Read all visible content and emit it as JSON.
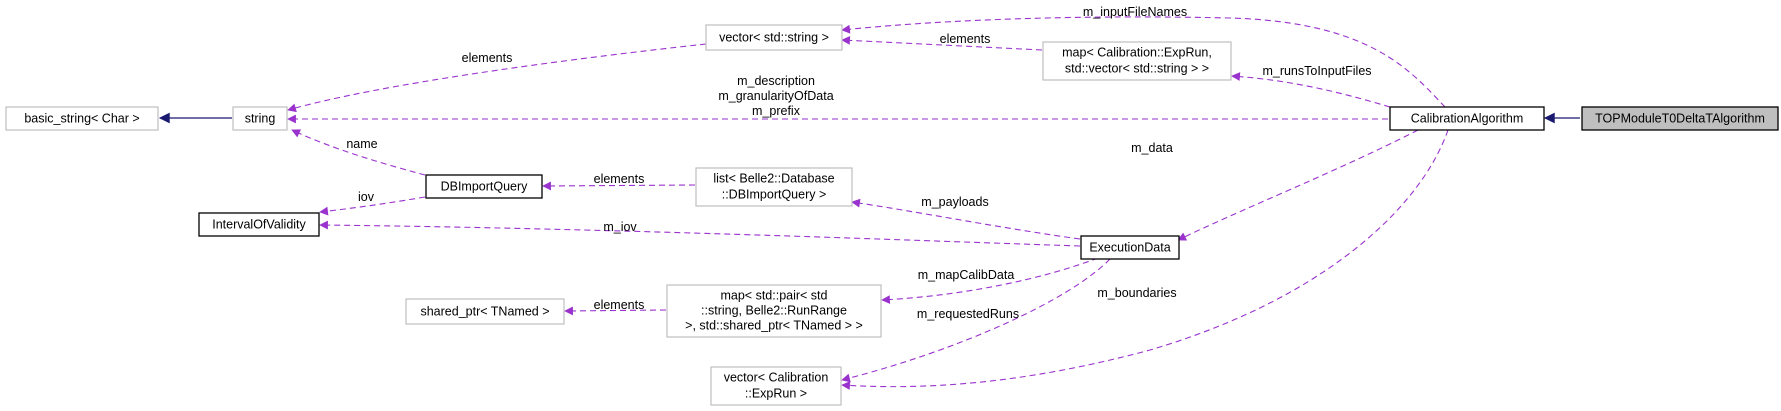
{
  "diagram": {
    "colors": {
      "member_edge": "#9a32cd",
      "inheritance_edge": "#191970",
      "external_border": "#bfbfbf",
      "documented_border": "#000000",
      "focus_fill": "#bfbfbf"
    },
    "nodes": {
      "top_module": "TOPModuleT0DeltaTAlgorithm",
      "calibration_algorithm": "CalibrationAlgorithm",
      "vector_string": "vector< std::string >",
      "map_exprun": [
        "map< Calibration::ExpRun,",
        "std::vector< std::string > >"
      ],
      "string": "string",
      "basic_string": "basic_string< Char >",
      "dbimportquery": "DBImportQuery",
      "list_dbimportquery": [
        "list< Belle2::Database",
        "::DBImportQuery >"
      ],
      "interval_of_validity": "IntervalOfValidity",
      "execution_data": "ExecutionData",
      "shared_ptr_tnamed": "shared_ptr< TNamed >",
      "map_pair": [
        "map< std::pair< std",
        "::string, Belle2::RunRange",
        ">, std::shared_ptr< TNamed > >"
      ],
      "vector_exprun": [
        "vector< Calibration",
        "::ExpRun >"
      ]
    },
    "edge_labels": {
      "m_inputFileNames": "m_inputFileNames",
      "elements_vector_string": "elements",
      "elements_map_exprun": "elements",
      "m_runsToInputFiles": "m_runsToInputFiles",
      "string_members": [
        "m_description",
        "m_granularityOfData",
        "m_prefix"
      ],
      "name": "name",
      "iov": "iov",
      "elements_list": "elements",
      "m_data": "m_data",
      "m_payloads": "m_payloads",
      "m_iov": "m_iov",
      "m_mapCalibData": "m_mapCalibData",
      "elements_shared_ptr": "elements",
      "m_boundaries": "m_boundaries",
      "m_requestedRuns": "m_requestedRuns"
    }
  }
}
